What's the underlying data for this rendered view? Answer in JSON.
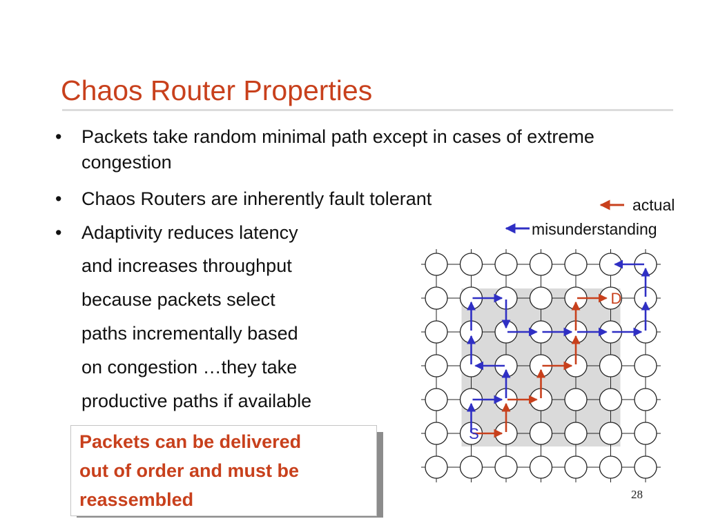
{
  "slide": {
    "title": "Chaos Router Properties",
    "page_number": "28"
  },
  "bullets": [
    {
      "lines": [
        "Packets take random minimal path except in cases of extreme congestion"
      ]
    },
    {
      "lines": [
        "Chaos Routers are inherently fault tolerant"
      ]
    },
    {
      "lines": [
        "Adaptivity reduces latency",
        "and increases throughput",
        "because packets select",
        "paths incrementally based",
        "on congestion …they take",
        "productive paths if available"
      ]
    }
  ],
  "bullet_glyph": "•",
  "callout": {
    "lines": [
      "Packets can be delivered",
      "out of order and must be",
      "reassembled"
    ]
  },
  "legend": {
    "actual": "actual",
    "misunderstanding": "misunderstanding"
  },
  "diagram": {
    "source_label": "S",
    "destination_label": "D",
    "rows": 7,
    "cols": 7,
    "source_node": [
      5,
      1
    ],
    "destination_node": [
      1,
      5
    ],
    "shaded_region": {
      "rows": [
        1,
        5
      ],
      "cols": [
        1,
        5
      ]
    },
    "actual_path": [
      [
        5,
        1
      ],
      [
        5,
        2
      ],
      [
        4,
        2
      ],
      [
        4,
        3
      ],
      [
        3,
        3
      ],
      [
        3,
        4
      ],
      [
        2,
        4
      ],
      [
        1,
        4
      ],
      [
        1,
        5
      ]
    ],
    "misrouted_path": [
      [
        5,
        1
      ],
      [
        4,
        1
      ],
      [
        4,
        2
      ],
      [
        3,
        2
      ],
      [
        3,
        1
      ],
      [
        2,
        1
      ],
      [
        1,
        1
      ],
      [
        1,
        2
      ],
      [
        2,
        2
      ],
      [
        2,
        3
      ],
      [
        2,
        4
      ],
      [
        2,
        5
      ],
      [
        2,
        6
      ],
      [
        1,
        6
      ],
      [
        0,
        6
      ],
      [
        0,
        5
      ]
    ],
    "colors": {
      "actual": "#c8401c",
      "misunderstanding": "#2f2fc4",
      "shade": "#dadada",
      "node_stroke": "#222222",
      "wire": "#222222"
    }
  }
}
